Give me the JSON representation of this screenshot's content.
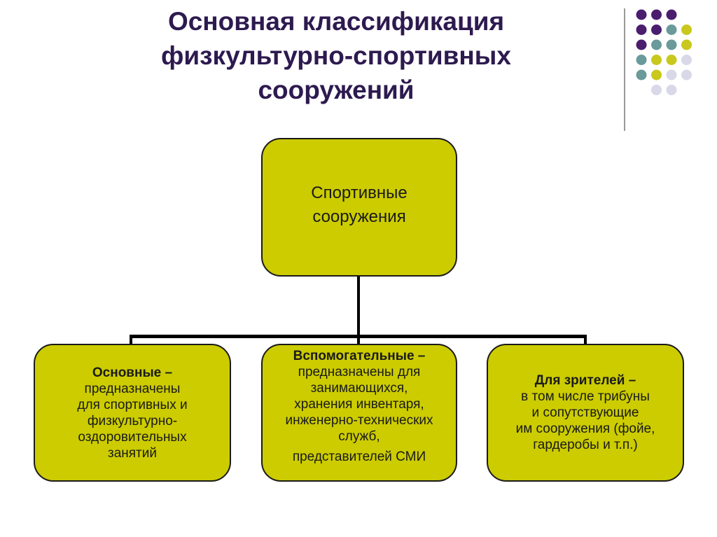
{
  "title": {
    "line1": "Основная классификация",
    "line2": "физкультурно-спортивных",
    "line3": "сооружений"
  },
  "colors": {
    "box_fill": "#cccc00",
    "title": "#2d1a4f",
    "dot_purple": "#4a1d6e",
    "dot_teal": "#6a9a9a",
    "dot_olive": "#c8c81e",
    "dot_lavender": "#d8d8e8"
  },
  "decoration": {
    "dot_rows": [
      [
        "purple",
        "purple",
        "purple"
      ],
      [
        "purple",
        "purple",
        "teal",
        "olive"
      ],
      [
        "purple",
        "teal",
        "teal",
        "olive"
      ],
      [
        "teal",
        "olive",
        "olive",
        "lavender"
      ],
      [
        "teal",
        "olive",
        "lavender",
        "lavender"
      ],
      [
        "lavender",
        "lavender"
      ]
    ]
  },
  "diagram": {
    "root": {
      "line1": "Спортивные",
      "line2": "сооружения"
    },
    "children": [
      {
        "head": "Основные –",
        "lines": [
          "предназначены",
          "для спортивных и",
          "физкультурно-",
          "оздоровительных",
          "занятий"
        ]
      },
      {
        "head": "Вспомогательные –",
        "lines": [
          "предназначены для",
          "занимающихся,",
          "хранения инвентаря,",
          "инженерно-технических",
          "служб,",
          "представителей СМИ"
        ]
      },
      {
        "head": "Для зрителей –",
        "lines": [
          "в том числе трибуны",
          "и сопутствующие",
          "им сооружения (фойе,",
          "гардеробы и т.п.)"
        ]
      }
    ]
  }
}
